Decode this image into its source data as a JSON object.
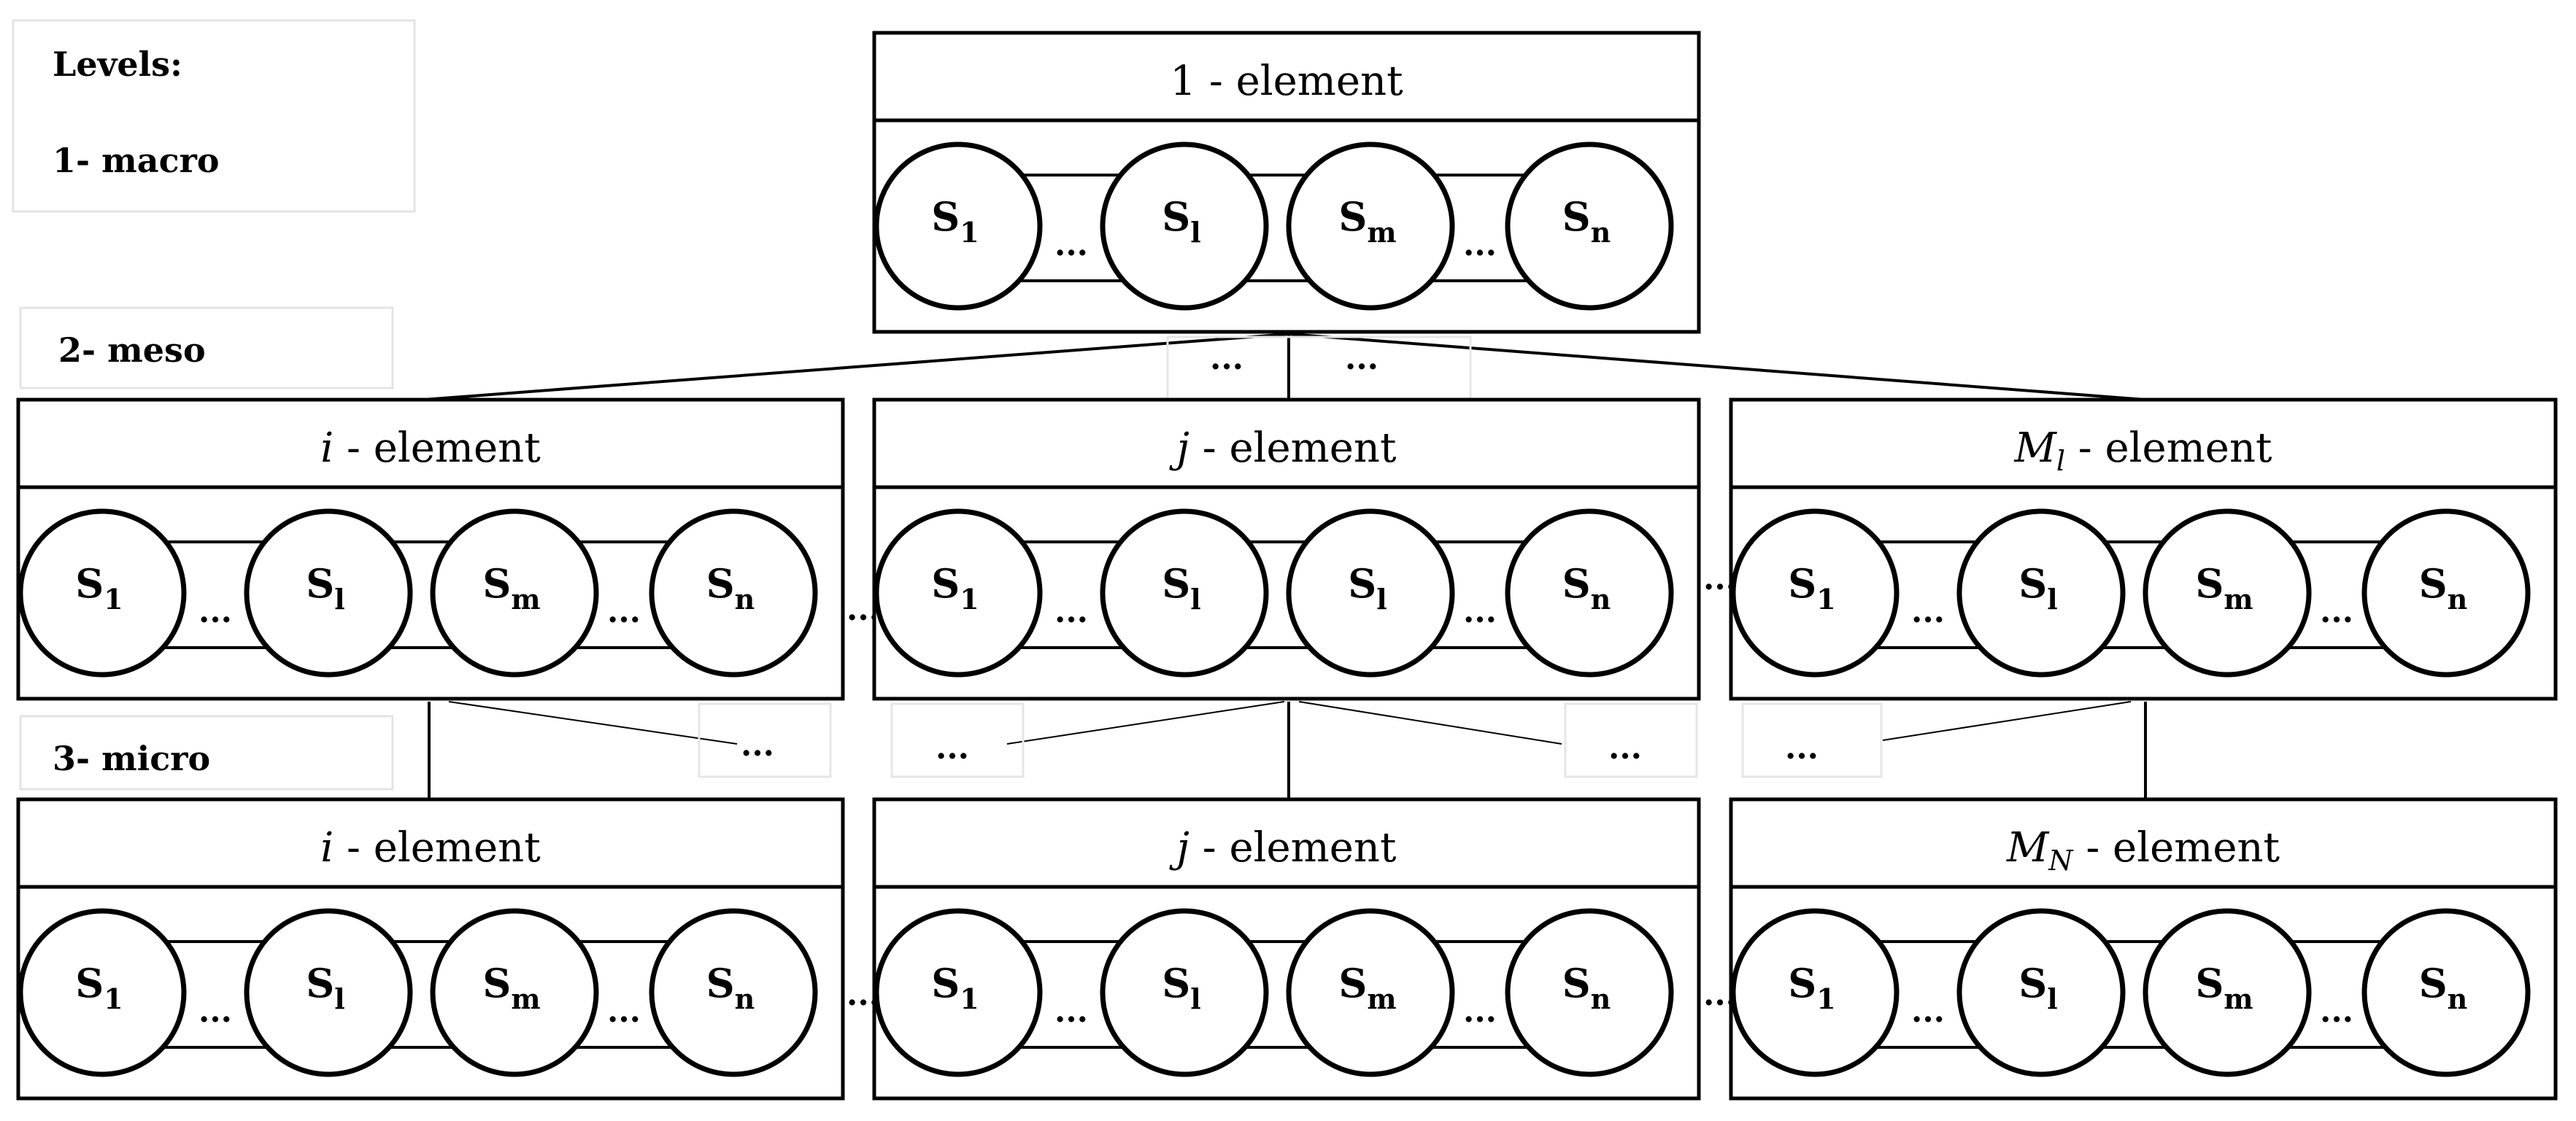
{
  "levels": {
    "heading": "Levels:",
    "macro": "1- macro",
    "meso": "2- meso",
    "micro": "3- micro"
  },
  "ellipsis": "...",
  "macro_block": {
    "title": "1 - element",
    "states": [
      {
        "base": "S",
        "sub": "1"
      },
      {
        "base": "S",
        "sub": "l"
      },
      {
        "base": "S",
        "sub": "m"
      },
      {
        "base": "S",
        "sub": "n"
      }
    ]
  },
  "meso_blocks": [
    {
      "title_var": "i",
      "title_sub": "",
      "title_rest": " - element",
      "states": [
        {
          "base": "S",
          "sub": "1"
        },
        {
          "base": "S",
          "sub": "l"
        },
        {
          "base": "S",
          "sub": "m"
        },
        {
          "base": "S",
          "sub": "n"
        }
      ]
    },
    {
      "title_var": "j",
      "title_sub": "",
      "title_rest": " - element",
      "states": [
        {
          "base": "S",
          "sub": "1"
        },
        {
          "base": "S",
          "sub": "l"
        },
        {
          "base": "S",
          "sub": "l"
        },
        {
          "base": "S",
          "sub": "n"
        }
      ]
    },
    {
      "title_var": "M",
      "title_sub": "l",
      "title_rest": " - element",
      "states": [
        {
          "base": "S",
          "sub": "1"
        },
        {
          "base": "S",
          "sub": "l"
        },
        {
          "base": "S",
          "sub": "m"
        },
        {
          "base": "S",
          "sub": "n"
        }
      ]
    }
  ],
  "micro_blocks": [
    {
      "title_var": "i",
      "title_sub": "",
      "title_rest": " - element",
      "states": [
        {
          "base": "S",
          "sub": "1"
        },
        {
          "base": "S",
          "sub": "l"
        },
        {
          "base": "S",
          "sub": "m"
        },
        {
          "base": "S",
          "sub": "n"
        }
      ]
    },
    {
      "title_var": "j",
      "title_sub": "",
      "title_rest": " - element",
      "states": [
        {
          "base": "S",
          "sub": "1"
        },
        {
          "base": "S",
          "sub": "l"
        },
        {
          "base": "S",
          "sub": "m"
        },
        {
          "base": "S",
          "sub": "n"
        }
      ]
    },
    {
      "title_var": "M",
      "title_sub": "N",
      "title_rest": " - element",
      "states": [
        {
          "base": "S",
          "sub": "1"
        },
        {
          "base": "S",
          "sub": "l"
        },
        {
          "base": "S",
          "sub": "m"
        },
        {
          "base": "S",
          "sub": "n"
        }
      ]
    }
  ]
}
